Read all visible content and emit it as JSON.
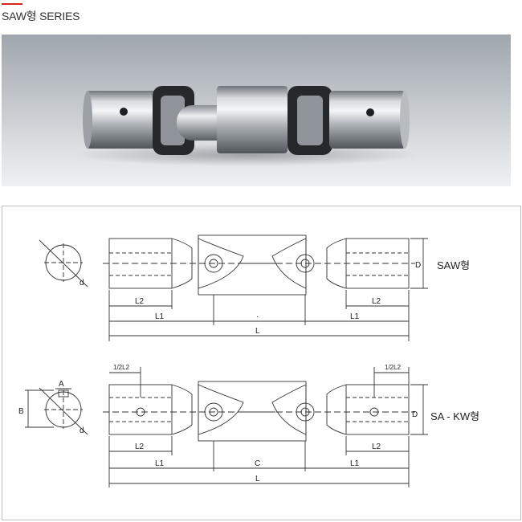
{
  "header": {
    "title": "SAW형 SERIES",
    "accent_color": "#d9231c"
  },
  "photo": {
    "icon": "universal-joint-photo"
  },
  "drawing_saw": {
    "type_label": "SAW형",
    "dim_L2_left": "L2",
    "dim_L2_right": "L2",
    "dim_L1_left": "L1",
    "dim_L1_right": "L1",
    "dim_center": "·",
    "dim_L": "L",
    "dim_D": "D",
    "dim_d": "d"
  },
  "drawing_sakw": {
    "type_label": "SA - KW형",
    "dim_half_L2_left": "1/2L2",
    "dim_half_L2_right": "1/2L2",
    "dim_L2_left": "L2",
    "dim_L2_right": "L2",
    "dim_L1_left": "L1",
    "dim_L1_right": "L1",
    "dim_C": "C",
    "dim_L": "L",
    "dim_D": "D",
    "dim_A": "A",
    "dim_B": "B",
    "dim_d": "d"
  }
}
